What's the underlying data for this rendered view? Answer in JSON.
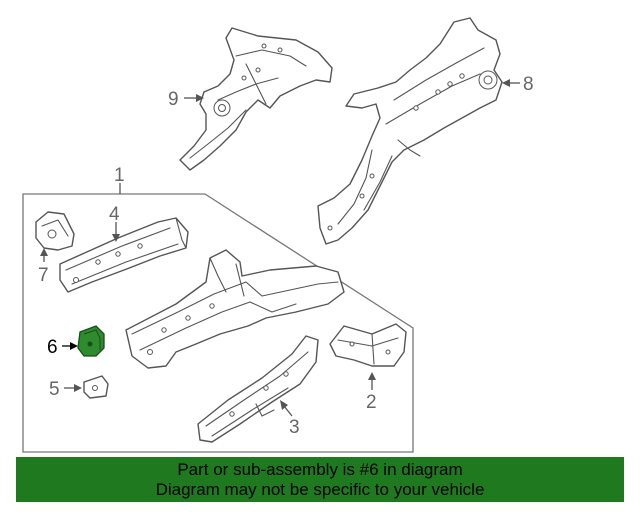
{
  "callouts": {
    "c1": "1",
    "c2": "2",
    "c3": "3",
    "c4": "4",
    "c5": "5",
    "c6": "6",
    "c7": "7",
    "c8": "8",
    "c9": "9"
  },
  "banner": {
    "line1": "Part or sub-assembly is #6 in diagram",
    "line2": "Diagram may not be specific to your vehicle"
  },
  "colors": {
    "banner_bg": "#1f7a1f",
    "highlight_part": "#2e8b2e",
    "line": "#555555"
  },
  "highlighted_callout": "6"
}
